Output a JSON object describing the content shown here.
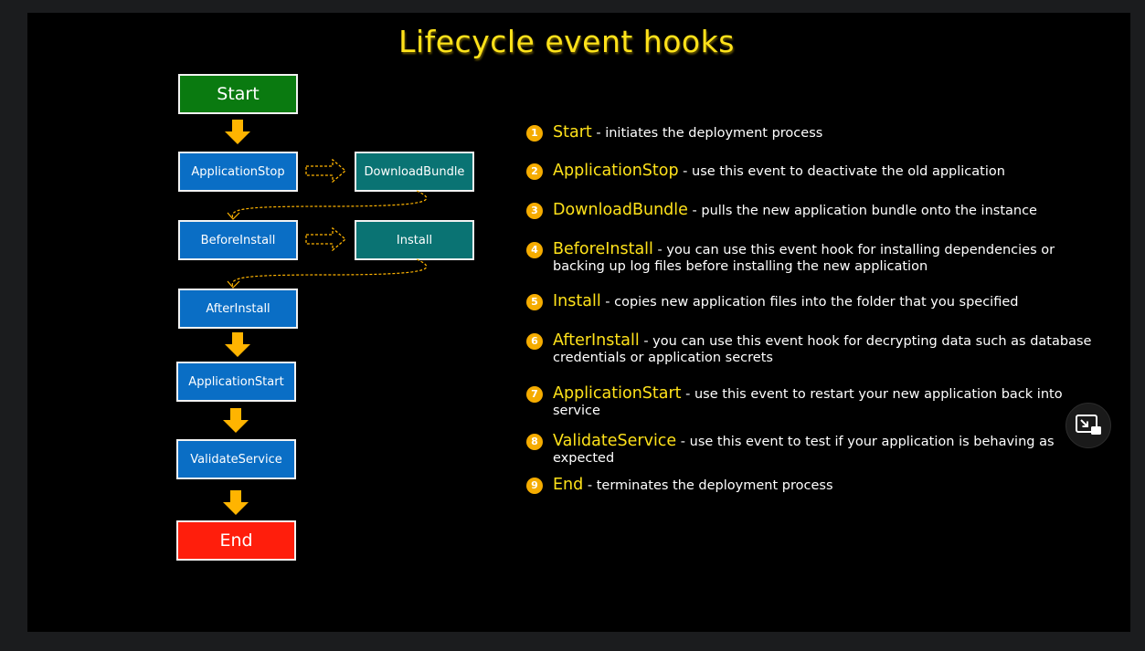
{
  "title": "Lifecycle event hooks",
  "flow": {
    "start": "Start",
    "application_stop": "ApplicationStop",
    "download_bundle": "DownloadBundle",
    "before_install": "BeforeInstall",
    "install": "Install",
    "after_install": "AfterInstall",
    "application_start": "ApplicationStart",
    "validate_service": "ValidateService",
    "end": "End"
  },
  "items": [
    {
      "num": "1",
      "term": "Start",
      "desc": " - initiates the deployment process"
    },
    {
      "num": "2",
      "term": "ApplicationStop",
      "desc": " - use this event to deactivate the old application"
    },
    {
      "num": "3",
      "term": "DownloadBundle",
      "desc": " - pulls the new application bundle onto the instance"
    },
    {
      "num": "4",
      "term": "BeforeInstall",
      "desc": " - you can use this event hook for installing dependencies or backing up log files before installing the new application"
    },
    {
      "num": "5",
      "term": "Install",
      "desc": " - copies new application files into the folder that you specified"
    },
    {
      "num": "6",
      "term": "AfterInstall",
      "desc": " - you can use this event hook for decrypting data such as database credentials or application secrets"
    },
    {
      "num": "7",
      "term": "ApplicationStart",
      "desc": " - use this event to restart your new application back into service"
    },
    {
      "num": "8",
      "term": "ValidateService",
      "desc": " - use this event to test if your application is behaving as expected"
    },
    {
      "num": "9",
      "term": "End",
      "desc": " - terminates the deployment process"
    }
  ],
  "colors": {
    "title": "#ffe21a",
    "arrow": "#ffb400",
    "bullet": "#f5ac00",
    "blue_box": "#0a6ec5",
    "teal_box": "#0a7373",
    "start_box": "#0a7a10",
    "end_box": "#ff1e0c"
  },
  "icons": {
    "pip": "picture-in-picture-icon"
  }
}
